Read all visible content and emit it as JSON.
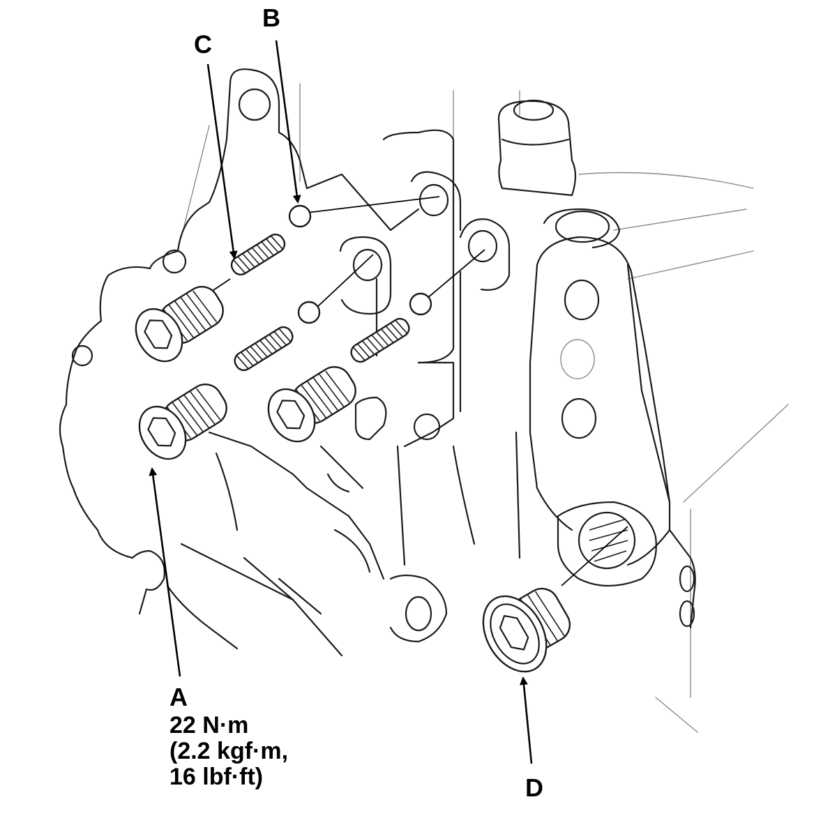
{
  "callouts": {
    "a": {
      "letter": "A"
    },
    "b": {
      "letter": "B"
    },
    "c": {
      "letter": "C"
    },
    "d": {
      "letter": "D"
    }
  },
  "torque_spec": {
    "line1": "22 N·m",
    "line2": "(2.2 kgf·m,",
    "line3": "16 lbf·ft)"
  },
  "colors": {
    "line": "#1a1a1a",
    "leader": "#000000",
    "background": "#ffffff"
  }
}
